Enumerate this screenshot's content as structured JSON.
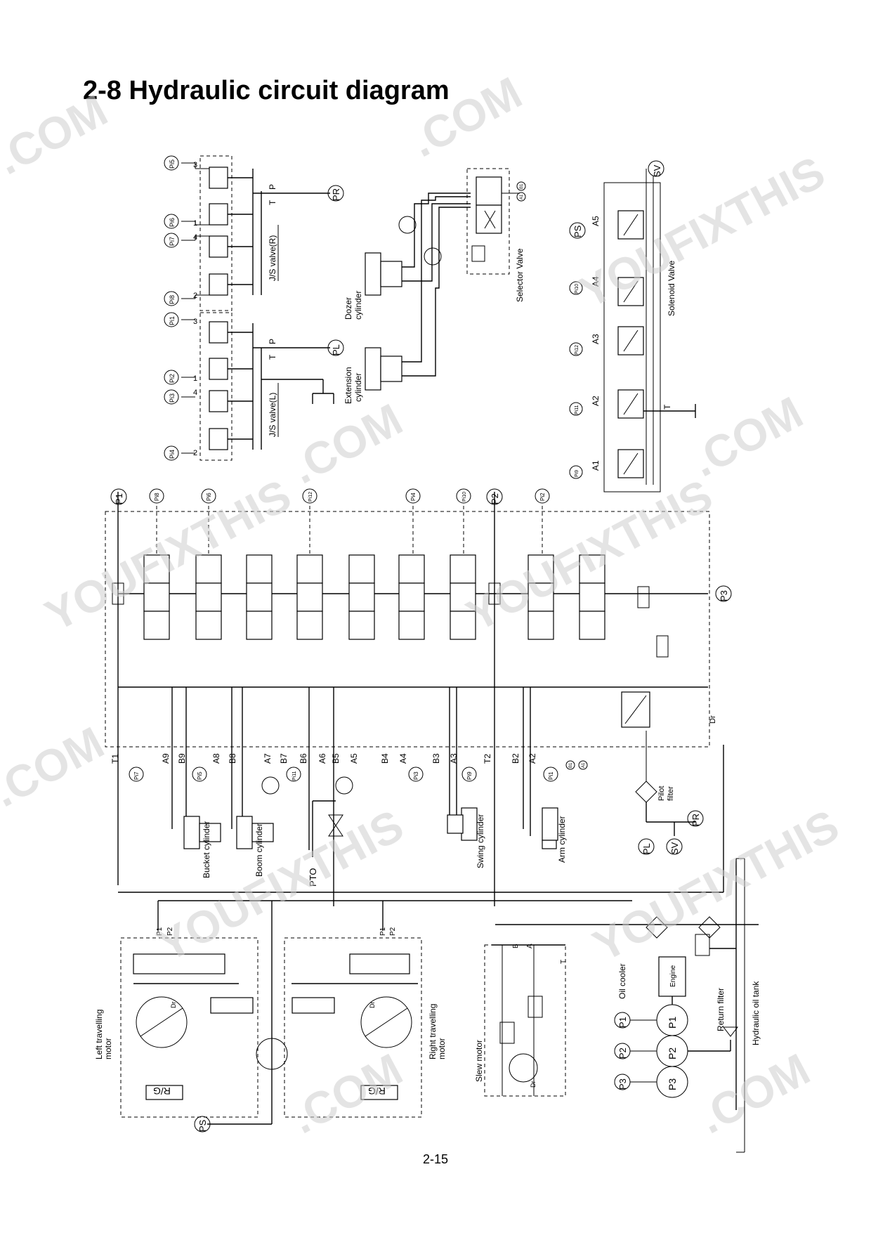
{
  "page": {
    "title": "2-8  Hydraulic circuit diagram",
    "page_number": "2-15",
    "watermark": ".COM",
    "watermark_brand": "YOUFIXTHIS"
  },
  "labels": {
    "js_valve_r": "J/S valve(R)",
    "js_valve_l": "J/S valve(L)",
    "dozer_cylinder_1": "Dozer",
    "dozer_cylinder_2": "cylinder",
    "extension_cylinder_1": "Extension",
    "extension_cylinder_2": "cylinder",
    "selector_valve": "Selector Valve",
    "solenoid_valve": "Solenoid Valve",
    "bucket_cylinder": "Bucket cylinder",
    "boom_cylinder": "Boom cylinder",
    "pto": "PTO",
    "swing_cylinder": "Swing cylinder",
    "arm_cylinder": "Arm cylinder",
    "pilot_filter_1": "Pilot",
    "pilot_filter_2": "filter",
    "left_travelling_motor_1": "Left travelling",
    "left_travelling_motor_2": "motor",
    "right_travelling_motor_1": "Right travelling",
    "right_travelling_motor_2": "motor",
    "slew_motor": "Slew motor",
    "oil_cooler": "Oil cooler",
    "engine": "Engine",
    "return_filter": "Return filter",
    "hydraulic_oil_tank": "Hydraulic oil tank",
    "rg_left": "R/G",
    "rg_right": "R/G",
    "dr": "Dr"
  },
  "ports": {
    "js_r": [
      "Pi5",
      "Pi6",
      "Pi7",
      "Pi8"
    ],
    "js_r_nums": [
      "3",
      "1",
      "4",
      "2"
    ],
    "js_l": [
      "Pi1",
      "Pi2",
      "Pi3",
      "Pi4"
    ],
    "js_l_nums": [
      "3",
      "1",
      "4",
      "2"
    ],
    "tp": [
      "T",
      "P"
    ],
    "pr": "PR",
    "pl": "PL",
    "sv": "SV",
    "ps": "PS",
    "selector_ports": [
      "A1",
      "B1"
    ],
    "solenoid_a": [
      "A1",
      "A2",
      "A3",
      "A4",
      "A5"
    ],
    "solenoid_pi": [
      "Pi9",
      "Pi11",
      "Pi12",
      "Pi10"
    ],
    "t": "T",
    "p1": "P1",
    "p2": "P2",
    "p3": "P3",
    "mcv_top": [
      "Pi8",
      "Pi6",
      "Pi12",
      "Pi4",
      "Pi10",
      "Pi2"
    ],
    "mcv_bottom": [
      "T1",
      "A9",
      "B9",
      "A8",
      "B8",
      "A7",
      "B7",
      "B6",
      "A6",
      "B5",
      "A5",
      "B4",
      "A4",
      "B3",
      "A3",
      "T2",
      "B2",
      "A2",
      "B1",
      "A1"
    ],
    "mcv_bottom_pi": [
      "Pi7",
      "Pi5",
      "Pi11",
      "Pi3",
      "Pi9",
      "Pi1"
    ],
    "motor_p": [
      "P1",
      "P2"
    ],
    "slew_ports": [
      "B",
      "A",
      "T"
    ]
  }
}
